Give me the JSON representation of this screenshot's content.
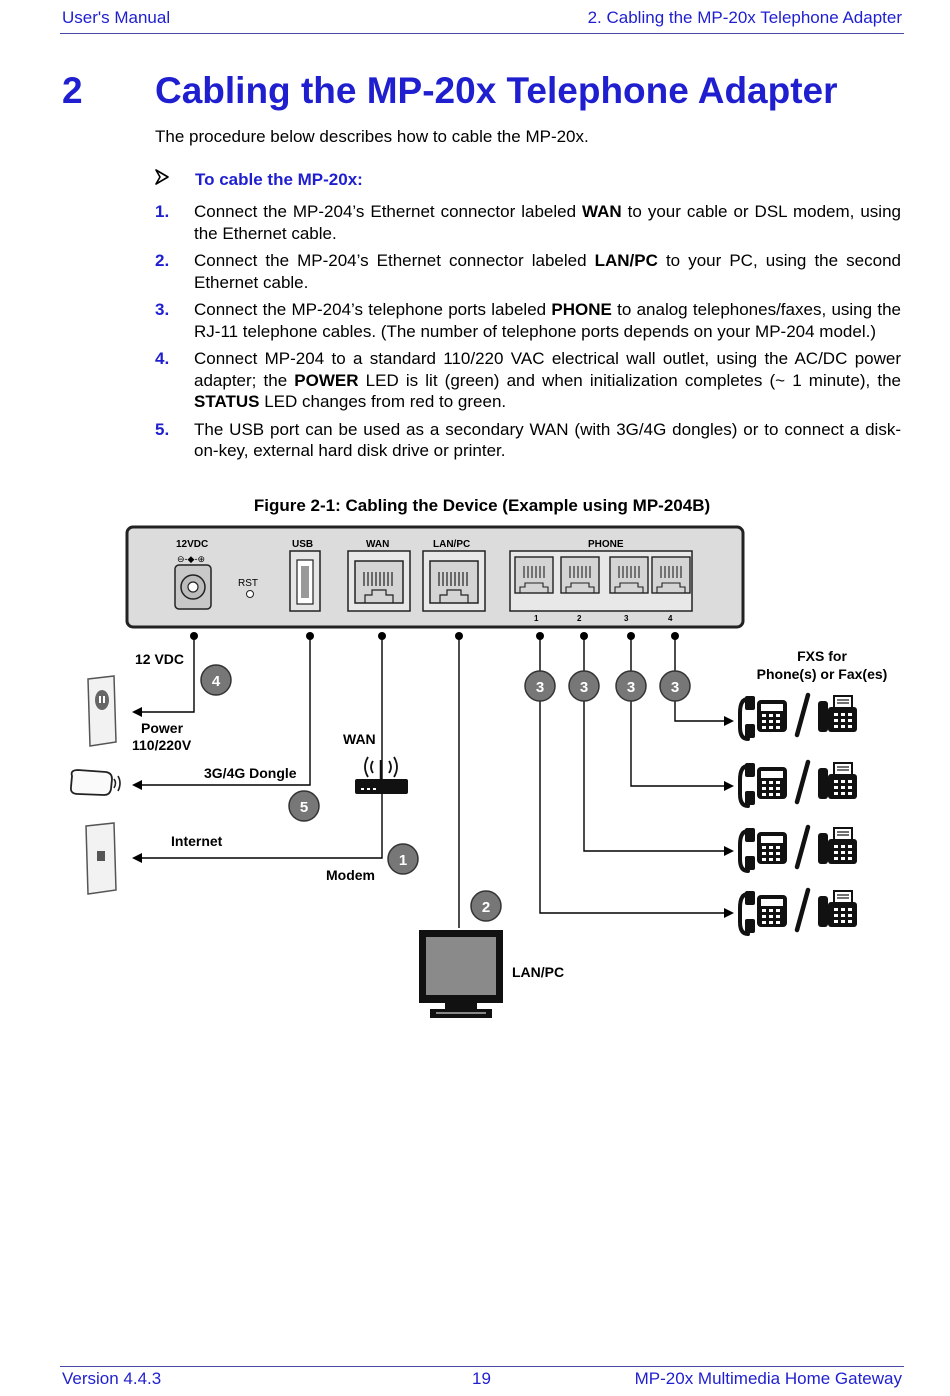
{
  "header": {
    "left": "User's Manual",
    "right": "2. Cabling the MP-20x Telephone Adapter"
  },
  "chapter": {
    "number": "2",
    "title": "Cabling the MP-20x Telephone Adapter"
  },
  "intro": "The procedure below describes how to cable the MP-20x.",
  "procedure_title": "To cable the MP-20x:",
  "steps": [
    {
      "num": "1.",
      "parts": [
        {
          "t": "Connect the MP-204’s Ethernet connector labeled ",
          "b": false
        },
        {
          "t": "WAN",
          "b": true
        },
        {
          "t": " to your cable or DSL modem, using the Ethernet cable.",
          "b": false
        }
      ]
    },
    {
      "num": "2.",
      "parts": [
        {
          "t": "Connect the MP-204’s Ethernet connector labeled ",
          "b": false
        },
        {
          "t": "LAN/PC",
          "b": true
        },
        {
          "t": " to your PC, using the second Ethernet cable.",
          "b": false
        }
      ]
    },
    {
      "num": "3.",
      "parts": [
        {
          "t": "Connect the MP-204’s telephone ports labeled ",
          "b": false
        },
        {
          "t": "PHONE",
          "b": true
        },
        {
          "t": " to analog telephones/faxes, using the RJ-11 telephone cables. (The number of telephone ports depends on your MP-204 model.)",
          "b": false
        }
      ]
    },
    {
      "num": "4.",
      "parts": [
        {
          "t": "Connect MP-204 to a standard 110/220 VAC electrical wall outlet, using the AC/DC power adapter; the ",
          "b": false
        },
        {
          "t": "POWER",
          "b": true
        },
        {
          "t": " LED is lit (green) and when initialization completes (~ 1 minute), the ",
          "b": false
        },
        {
          "t": "STATUS",
          "b": true
        },
        {
          "t": " LED changes from red to green.",
          "b": false
        }
      ]
    },
    {
      "num": "5.",
      "parts": [
        {
          "t": "The USB port can be used as a secondary WAN (with 3G/4G dongles) or to connect a disk-on-key, external hard disk drive or printer.",
          "b": false
        }
      ]
    }
  ],
  "figure": {
    "caption": "Figure 2-1:  Cabling the Device (Example using MP-204B)",
    "panel": {
      "power_label": "12VDC",
      "rst_label": "RST",
      "usb_label": "USB",
      "wan_label": "WAN",
      "lan_label": "LAN/PC",
      "phone_label": "PHONE",
      "port_numbers": [
        "1",
        "2",
        "3",
        "4"
      ]
    },
    "labels": {
      "dc": "12 VDC",
      "power1": "Power",
      "power2": "110/220V",
      "dongle": "3G/4G Dongle",
      "wan": "WAN",
      "internet": "Internet",
      "modem": "Modem",
      "lanpc": "LAN/PC",
      "fxs1": "FXS for",
      "fxs2": "Phone(s) or Fax(es)"
    },
    "badges": {
      "power": "4",
      "usb": "5",
      "wan": "1",
      "lan": "2",
      "phone": "3"
    }
  },
  "footer": {
    "left": "Version 4.4.3",
    "page": "19",
    "right": "MP-20x Multimedia Home Gateway"
  }
}
